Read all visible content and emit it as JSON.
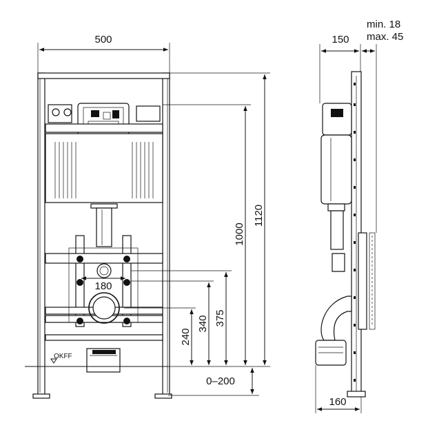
{
  "front_view": {
    "width_label": "500",
    "height_total_label": "1120",
    "height_1000_label": "1000",
    "height_375_label": "375",
    "height_340_label": "340",
    "height_240_label": "240",
    "spacing_180_label": "180",
    "floor_range_label": "0–200",
    "floor_marker_label": "OKFF"
  },
  "side_view": {
    "depth_label": "150",
    "min_label": "min. 18",
    "max_label": "max. 45",
    "base_depth_label": "160"
  }
}
